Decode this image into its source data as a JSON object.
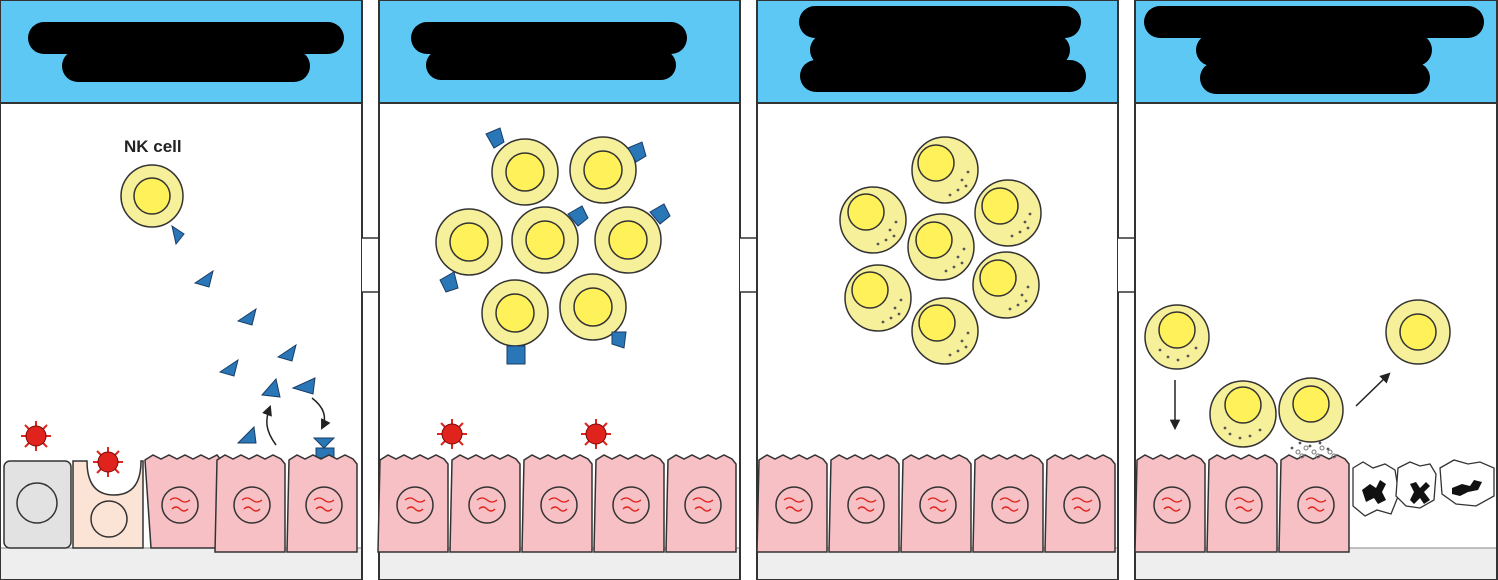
{
  "figure": {
    "panels": [
      {
        "id": "panel-1",
        "header_text_redacted": true,
        "label": "NK cell"
      },
      {
        "id": "panel-2",
        "header_text_redacted": true
      },
      {
        "id": "panel-3",
        "header_text_redacted": true
      },
      {
        "id": "panel-4",
        "header_text_redacted": true
      }
    ]
  },
  "colors": {
    "header": "#5ec8f5",
    "epithelial_fill": "#f7c0c4",
    "nk_outer": "#f7f09a",
    "nk_nucleus": "#fff15a",
    "receptor": "#2a77b8",
    "virus": "#e0241d",
    "uninfected_cell": "#e2e2e2",
    "tissue_base": "#eeeeee"
  }
}
